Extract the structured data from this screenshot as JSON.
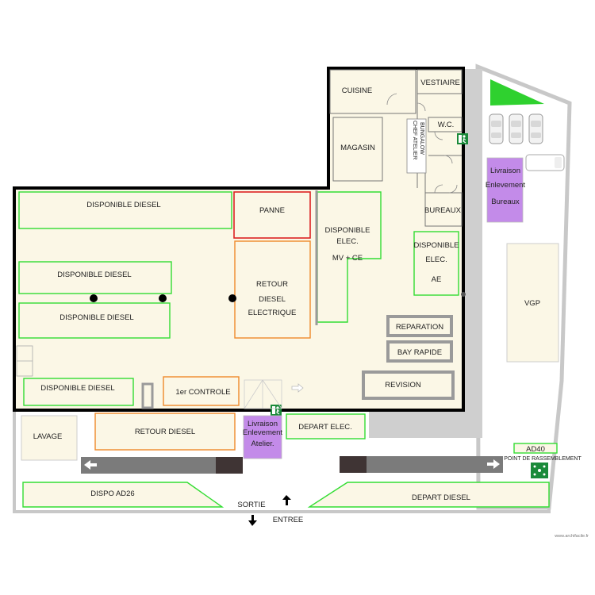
{
  "zones": {
    "cuisine": "CUISINE",
    "vestiaire": "VESTIAIRE",
    "wc": "W.C.",
    "bungalow_1": "BUNGALOW",
    "bungalow_2": "CHEF ATELIER",
    "magasin": "MAGASIN",
    "bureaux": "BUREAUX",
    "disponible_diesel": "DISPONIBLE DIESEL",
    "panne": "PANNE",
    "disponible_elec_1": "DISPONIBLE",
    "disponible_elec_2": "ELEC.",
    "disponible_elec_3": "MV + CE",
    "disponible_ae_1": "DISPONIBLE",
    "disponible_ae_2": "ELEC.",
    "disponible_ae_3": "AE",
    "retour_1": "RETOUR",
    "retour_2": "DIESEL",
    "retour_3": "ELECTRIQUE",
    "reparation": "REPARATION",
    "bay_rapide": "BAY RAPIDE",
    "revision": "REVISION",
    "premier_controle": "1er CONTROLE",
    "livraison_bureaux_1": "Livraison",
    "livraison_bureaux_2": "Enlevement",
    "livraison_bureaux_3": "Bureaux",
    "vgp": "VGP",
    "lavage": "LAVAGE",
    "retour_diesel": "RETOUR DIESEL",
    "livraison_atelier_1": "Livraison",
    "livraison_atelier_2": "Enlevement",
    "livraison_atelier_3": "Atelier.",
    "depart_elec": "DEPART ELEC.",
    "ad40": "AD40",
    "point_rassemblement": "POINT DE RASSEMBLEMENT",
    "dispo_ad26": "DISPO AD26",
    "sortie": "SORTIE",
    "entree": "ENTREE",
    "depart_diesel": "DEPART DIESEL"
  },
  "watermark": "www.archifacile.fr",
  "colors": {
    "floor": "#fbf7e6",
    "wall": "#000000",
    "zone_green": "#33dd33",
    "zone_orange": "#ef8a2a",
    "zone_red": "#dd2222",
    "zone_purple": "#c38be9",
    "exit_sign": "#1a8a3a"
  },
  "icons": [
    "emergency-exit-icon",
    "assembly-point-icon",
    "car-icon",
    "van-icon",
    "direction-arrow-icon"
  ]
}
